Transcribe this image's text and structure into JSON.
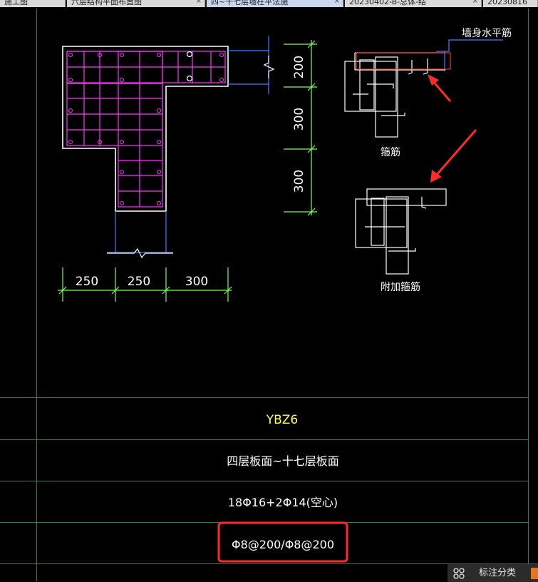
{
  "tabs": [
    {
      "label": "施工图",
      "active": false
    },
    {
      "label": "六层结构平面布置图",
      "active": false
    },
    {
      "label": "四~十七层墙柱平法施",
      "active": true
    },
    {
      "label": "20230402-B-总体-结",
      "active": false
    },
    {
      "label": "20230816",
      "active": false
    }
  ],
  "drawing": {
    "dims_vertical": [
      "200",
      "300",
      "300"
    ],
    "dims_horizontal": [
      "250",
      "250",
      "300"
    ],
    "label_wall_bar": "墙身水平筋",
    "label_stirrup": "箍筋",
    "label_extra_stirrup": "附加箍筋"
  },
  "table": {
    "row_id": "YBZ6",
    "row_floors": "四层板面~十七层板面",
    "row_rebar": "18Φ16+2Φ14(空心)",
    "row_stirrup": "Φ8@200/Φ8@200"
  },
  "statusbar": {
    "label": "标注分类",
    "icon": "grid-icon"
  },
  "colors": {
    "outline": "#ffffff",
    "rebar": "#ff33ff",
    "dimension": "#7dff5a",
    "axis": "#4a7dff",
    "table_line": "#2f7d5a",
    "id_text": "#ffff66",
    "annotation_arrow": "#ff2a2a",
    "highlight_box": "#ff2a2a"
  }
}
